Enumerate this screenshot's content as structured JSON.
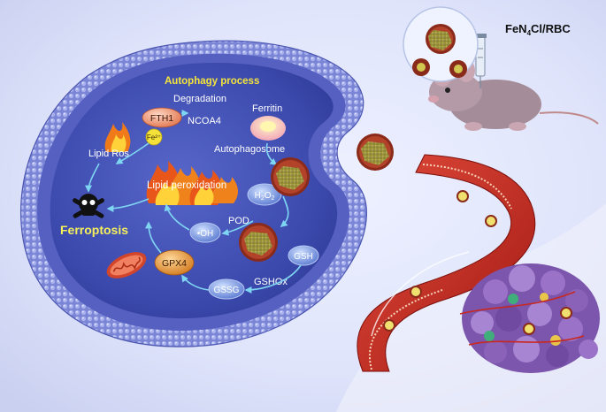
{
  "labels": {
    "product_prefix": "FeN",
    "product_sub": "4",
    "product_suffix": "Cl/RBC",
    "autophagy_process": "Autophagy process",
    "degradation": "Degradation",
    "ferritin": "Ferritin",
    "fth1": "FTH1",
    "ncoa4": "NCOA4",
    "fe2": "Fe²⁺",
    "lipid_ros": "Lipid Ros",
    "autophagosome": "Autophagosome",
    "lipid_peroxidation": "Lipid peroxidation",
    "h2o2_h": "H",
    "h2o2_2a": "2",
    "h2o2_o": "O",
    "h2o2_2b": "2",
    "pod": "POD",
    "oh": "•OH",
    "ferroptosis": "Ferroptosis",
    "gsh": "GSH",
    "gpx4": "GPX4",
    "gshox": "GSHOx",
    "gssg": "GSSG"
  },
  "colors": {
    "membrane": "#6f79cf",
    "cytoplasm": "#3b49ad",
    "ferroptosis_text": "#f6f05a",
    "autophagy_text": "#f4e43a",
    "vessel": "#c8281f",
    "tumor": "#8b63b4",
    "nanoparticle_shell": "#8a2a1a",
    "nanoparticle_core": "#b3a92f"
  },
  "icons": [
    "mouse-icon",
    "syringe-icon",
    "skull-crossbones-icon",
    "mitochondrion-icon",
    "flame-icon",
    "nanoparticle-icon",
    "blood-vessel-icon",
    "tumor-icon"
  ]
}
